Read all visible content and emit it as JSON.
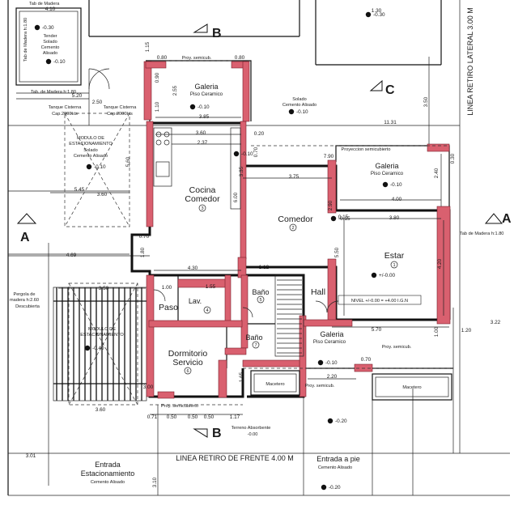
{
  "rooms": {
    "galeria_top": "Galeria",
    "galeria_top_floor": "Piso Ceramico",
    "cocina_l1": "Cocina",
    "cocina_l2": "Comedor",
    "comedor": "Comedor",
    "galeria_right": "Galeria",
    "galeria_right_floor": "Piso Ceramico",
    "estar": "Estar",
    "bano1": "Baño",
    "bano2": "Baño",
    "hall": "Hall",
    "paso": "Paso",
    "lav": "Lav.",
    "dormitorio_l1": "Dormitorio",
    "dormitorio_l2": "Servicio",
    "galeria_bottom": "Galeria",
    "galeria_bottom_floor": "Piso Ceramico"
  },
  "labels": {
    "tab_madera_top": "Tab de Madera",
    "tab_madera_left": "Tab de Madera h:1.80",
    "tab_madera_mid": "Tab. de Madera h:1.80",
    "tab_madera_right": "Tab de Madera h:1.80",
    "tender_l1": "Tender",
    "tender_l2": "Solado",
    "tender_l3": "Cemento",
    "tender_l4": "Alisado",
    "tanque1_l1": "Tanque Cisterna",
    "tanque1_l2": "Cap.2000Lts",
    "tanque2_l1": "Tanque Cisterna",
    "tanque2_l2": "Cap.2000Lts",
    "modulo1_l1": "MODULO DE",
    "modulo1_l2": "ESTACIONAMIENTO",
    "modulo1_l3": "Solado",
    "modulo1_l4": "Cemento Alisado",
    "modulo2_l1": "MODULO DE",
    "modulo2_l2": "ESTACIONAMIENTO",
    "pergola_l1": "Pergola de",
    "pergola_l2": "madera h:2.60",
    "pergola_l3": "Descubierta",
    "proy_semicub_top": "Proy. semicub.",
    "proy_semicubierto": "Proyeccion semicubierto",
    "proy_semicub_bottom": "Proy. semicub.",
    "proy_semicubierto_bottom": "Proy. semicubierto",
    "proy_semicub_maceta": "Proy. semicub.",
    "solado_l1": "Solado",
    "solado_l2": "Cemento Alisado",
    "retiro_lateral": "LINEA RETIRO LATERAL 3.00 M",
    "retiro_frente": "LINEA RETIRO DE FRENTE 4.00 M",
    "entrada_est_l1": "Entrada",
    "entrada_est_l2": "Estacionamiento",
    "entrada_est_l3": "Cemento Alisado",
    "entrada_pie_l1": "Entrada a pie",
    "entrada_pie_l2": "Cemento Alisado",
    "terreno_l1": "Terreno Absorbente",
    "terreno_l2": "-0.00",
    "macetero1": "Macetero",
    "macetero2": "Macetero",
    "nivel_note": "NIVEL +/-0.00 = +4.00 I.G.N",
    "section_b": "B",
    "section_c": "C",
    "section_a": "A"
  },
  "levels": {
    "l1": "-0.30",
    "l2": "-0.10",
    "l3": "-0.10",
    "l4": "-0.10",
    "l5": "-0.10",
    "l6": "+/-0.00",
    "l7": "-0.10",
    "l8": "-0.10",
    "l9": "-0.20",
    "l10": "-0.40",
    "l11": "-0.10",
    "l12": "-0.15",
    "l13": "-0.20",
    "l14": "-0.30"
  },
  "dims": {
    "d_410": "4.10",
    "d_520": "5.20",
    "d_250": "2.50",
    "d_545": "5.45",
    "d_360a": "3.60",
    "d_560": "5.60",
    "d_469": "4.69",
    "d_115": "1.15",
    "d_080a": "0.80",
    "d_080b": "0.80",
    "d_255": "2.55",
    "d_385": "3.85",
    "d_090": "0.90",
    "d_110": "1.10",
    "d_360b": "3.60",
    "d_237": "2.37",
    "d_020": "0.20",
    "d_1131": "11.31",
    "d_350": "3.50",
    "d_790": "7.90",
    "d_375": "3.75",
    "d_335": "3.35",
    "d_600": "6.00",
    "d_070a": "0.70",
    "d_240": "2.40",
    "d_030": "0.30",
    "d_400": "4.00",
    "d_380": "3.80",
    "d_290": "2.90",
    "d_015": "0.15",
    "d_550": "5.50",
    "d_420": "4.20",
    "d_070b": "0.70",
    "d_180": "1.80",
    "d_430": "4.30",
    "d_112": "1.12",
    "d_100a": "1.00",
    "d_155": "1.55",
    "d_570": "5.70",
    "d_120": "1.20",
    "d_322": "3.22",
    "d_100b": "1.00",
    "d_070c": "0.70",
    "d_220": "2.20",
    "d_165": "1.65",
    "d_300": "3.00",
    "d_071": "0.71",
    "d_050a": "0.50",
    "d_050b": "0.50",
    "d_050c": "0.50",
    "d_117": "1.17",
    "d_360c": "3.60",
    "d_350b": "3.50",
    "d_301": "3.01",
    "d_310": "3.10",
    "d_130": "1.30"
  },
  "room_numbers": {
    "n1": "1",
    "n2": "2",
    "n3": "3",
    "n4": "4",
    "n5": "5",
    "n6": "6",
    "n7": "7"
  }
}
